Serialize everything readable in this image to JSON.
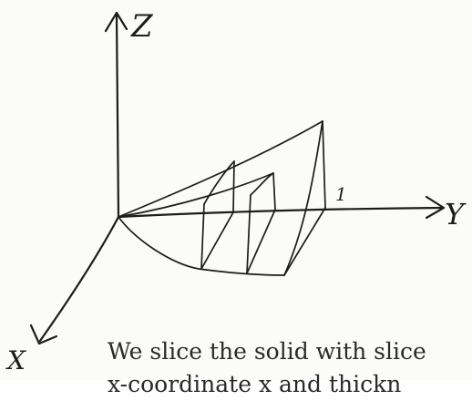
{
  "labels": {
    "z_axis": "Z",
    "y_axis": "Y",
    "x_axis": "X",
    "tick_one": "1"
  },
  "caption": {
    "line1": "We slice the solid with slice",
    "line2": "x-coordinate x and thickn"
  }
}
